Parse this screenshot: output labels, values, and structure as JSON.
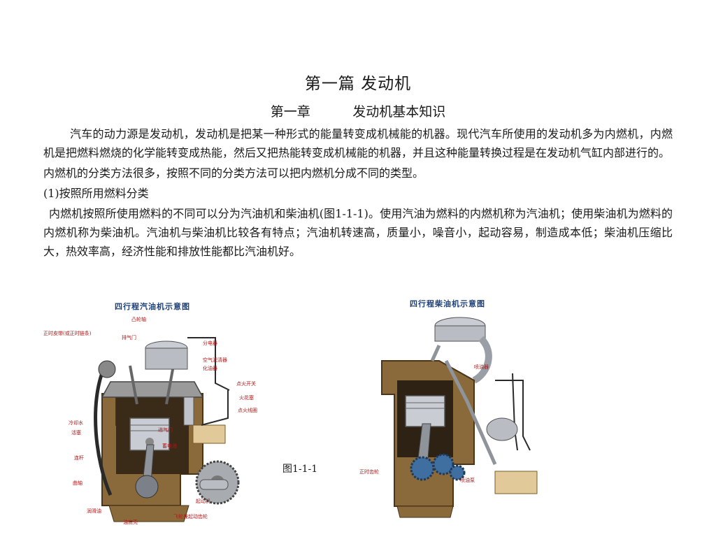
{
  "slide": {
    "title": "第一篇 发动机",
    "chapter": "第一章          发动机基本知识"
  },
  "paragraphs": [
    "汽车的动力源是发动机，发动机是把某一种形式的能量转变成机械能的机器。现代汽车所使用的发动机多为内燃机，内燃机是把燃料燃烧的化学能转变成热能，然后又把热能转变成机械能的机器，并且这种能量转换过程是在发动机气缸内部进行的。",
    "内燃机的分类方法很多，按照不同的分类方法可以把内燃机分成不同的类型。",
    "(1)按照所用燃料分类",
    "内燃机按照所使用燃料的不同可以分为汽油机和柴油机(图1-1-1)。使用汽油为燃料的内燃机称为汽油机；使用柴油机为燃料的内燃机称为柴油机。汽油机与柴油机比较各有特点；汽油机转速高，质量小，噪音小，起动容易，制造成本低；柴油机压缩比大，热效率高，经济性能和排放性能都比汽油机好。"
  ],
  "figure_caption": "图1-1-1",
  "gasoline_figure": {
    "title": "四行程汽油机示意图",
    "labels": {
      "camshaft": "凸轮轴",
      "timing_belt": "正时皮带(或正时链条)",
      "exhaust_valve": "排气门",
      "distributor": "分电器",
      "air_filter": "空气滤清器",
      "carburetor": "化油器",
      "ignition_switch": "点火开关",
      "spark_plug": "火花塞",
      "ignition_coil": "点火线圈",
      "coolant": "冷却水",
      "piston": "活塞",
      "intake_valve": "进气门",
      "battery": "蓄电池",
      "connecting_rod": "连杆",
      "crankshaft": "曲轴",
      "starter": "起动机",
      "lube_oil": "润滑油",
      "oil_pan": "油底壳",
      "flywheel": "飞轮兼起动齿轮"
    }
  },
  "diesel_figure": {
    "title": "四行程柴油机示意图",
    "labels": {
      "injector": "喷油器",
      "timing_gear": "正时齿轮",
      "injection_pump": "喷油泵"
    }
  },
  "colors": {
    "text": "#1a1a1a",
    "figure_title": "#1d3f7a",
    "figure_label": "#b01818",
    "engine_block": "#8a6a3a",
    "metal": "#b9bcc2"
  }
}
